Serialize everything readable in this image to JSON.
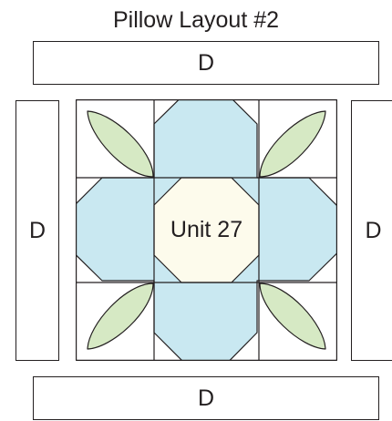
{
  "title": "Pillow Layout #2",
  "strips": {
    "top": "D",
    "left": "D",
    "right": "D",
    "bottom": "D"
  },
  "block": {
    "center_label": "Unit 27"
  },
  "colors": {
    "outline": "#231f20",
    "petal_blue": "#c9e8f1",
    "center_cream": "#fdfbec",
    "leaf_green": "#d6e9c4",
    "background": "#ffffff"
  }
}
